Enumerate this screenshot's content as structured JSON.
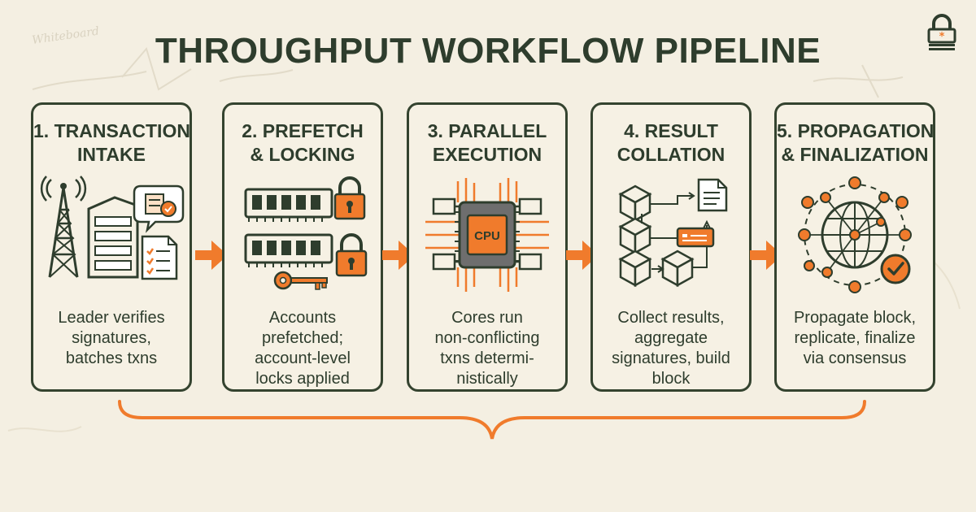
{
  "corner_scribble": "Whiteboard",
  "title": "THROUGHPUT WORKFLOW PIPELINE",
  "colors": {
    "background": "#f4efe2",
    "ink": "#2e3d2d",
    "accent": "#f07b2c"
  },
  "steps": [
    {
      "title": [
        "1. TRANSACTION",
        "INTAKE"
      ],
      "icon": "server-tower-document-icon",
      "description": [
        "Leader verifies",
        "signatures,",
        "batches txns"
      ]
    },
    {
      "title": [
        "2. PREFETCH",
        "& LOCKING"
      ],
      "icon": "memory-lock-key-icon",
      "description": [
        "Accounts",
        "prefetched;",
        "account-level",
        "locks applied"
      ]
    },
    {
      "title": [
        "3. PARALLEL",
        "EXECUTION"
      ],
      "icon": "cpu-chip-icon",
      "cpu_label": "CPU",
      "description": [
        "Cores run",
        "non-conflicting",
        "txns determi-",
        "nistically"
      ]
    },
    {
      "title": [
        "4. RESULT",
        "COLLATION"
      ],
      "icon": "blocks-document-icon",
      "description": [
        "Collect results,",
        "aggregate",
        "signatures, build",
        "block"
      ]
    },
    {
      "title": [
        "5. PROPAGATION",
        "& FINALIZATION"
      ],
      "icon": "globe-network-check-icon",
      "description": [
        "Propagate block,",
        "replicate, finalize",
        "via consensus"
      ]
    }
  ]
}
